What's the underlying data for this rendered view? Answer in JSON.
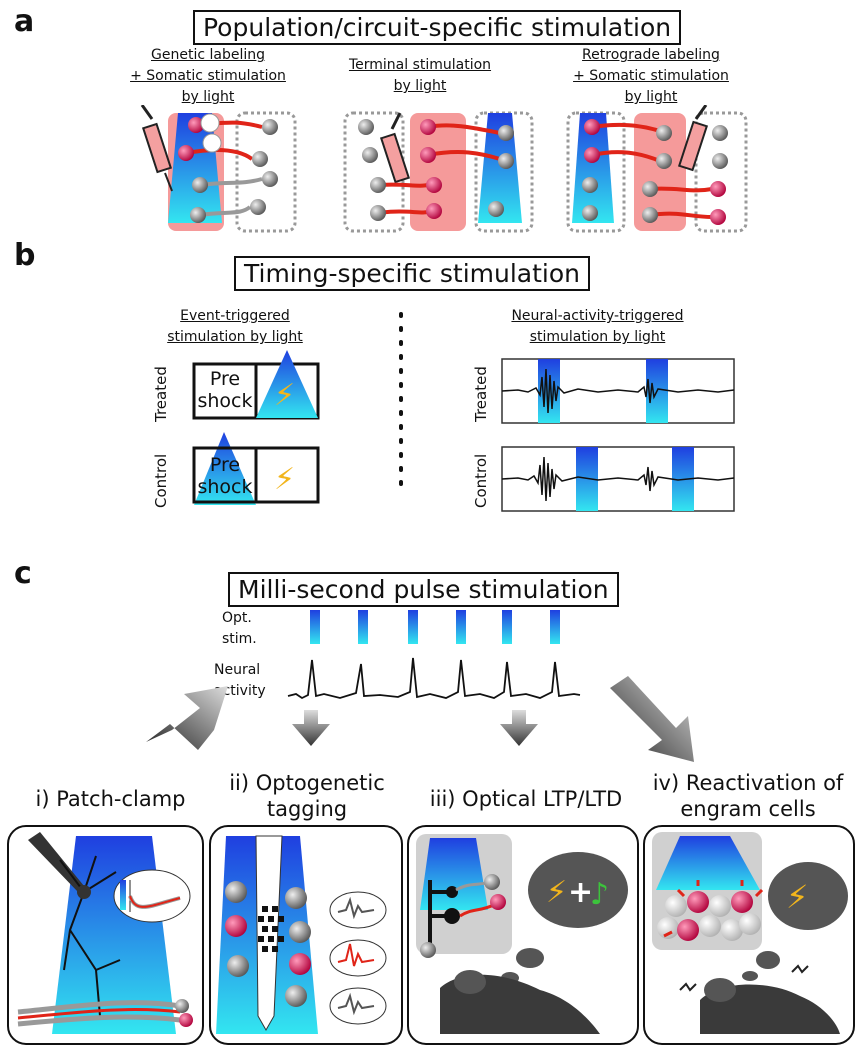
{
  "panel_a": {
    "letter": "a",
    "title": "Population/circuit-specific stimulation",
    "columns": [
      {
        "line1": "Genetic labeling",
        "line2": "+ Somatic stimulation",
        "line3": "by light"
      },
      {
        "line1": "Terminal stimulation",
        "line2": "by light",
        "line3": ""
      },
      {
        "line1": "Retrograde labeling",
        "line2": "+ Somatic stimulation",
        "line3": "by light"
      }
    ]
  },
  "panel_b": {
    "letter": "b",
    "title": "Timing-specific stimulation",
    "left_heading": {
      "line1": "Event-triggered",
      "line2": "stimulation by light"
    },
    "right_heading": {
      "line1": "Neural-activity-triggered",
      "line2": "stimulation by light"
    },
    "row_treated": "Treated",
    "row_control": "Control",
    "box_pre_line1": "Pre",
    "box_pre_line2": "shock",
    "lightning": "⚡"
  },
  "panel_c": {
    "letter": "c",
    "title": "Milli-second pulse stimulation",
    "opt_stim": {
      "line1": "Opt.",
      "line2": "stim."
    },
    "neural_activity": {
      "line1": "Neural",
      "line2": "activity"
    },
    "sections": [
      {
        "line1": "i) Patch-clamp",
        "line2": ""
      },
      {
        "line1": "ii) Optogenetic",
        "line2": "tagging"
      },
      {
        "line1": "iii) Optical LTP/LTD",
        "line2": ""
      },
      {
        "line1": "iv) Reactivation of",
        "line2": "engram cells"
      }
    ],
    "plus": "+",
    "note": "♪"
  },
  "colors": {
    "blue": "#1f3fe0",
    "cyan": "#33e6f0",
    "salmon": "#f59a9a",
    "magenta": "#d8155a",
    "red_axon": "#e02418",
    "gray_cell": "#7a7a7a",
    "lightning": "#f2b51c",
    "note": "#3cc43c"
  }
}
